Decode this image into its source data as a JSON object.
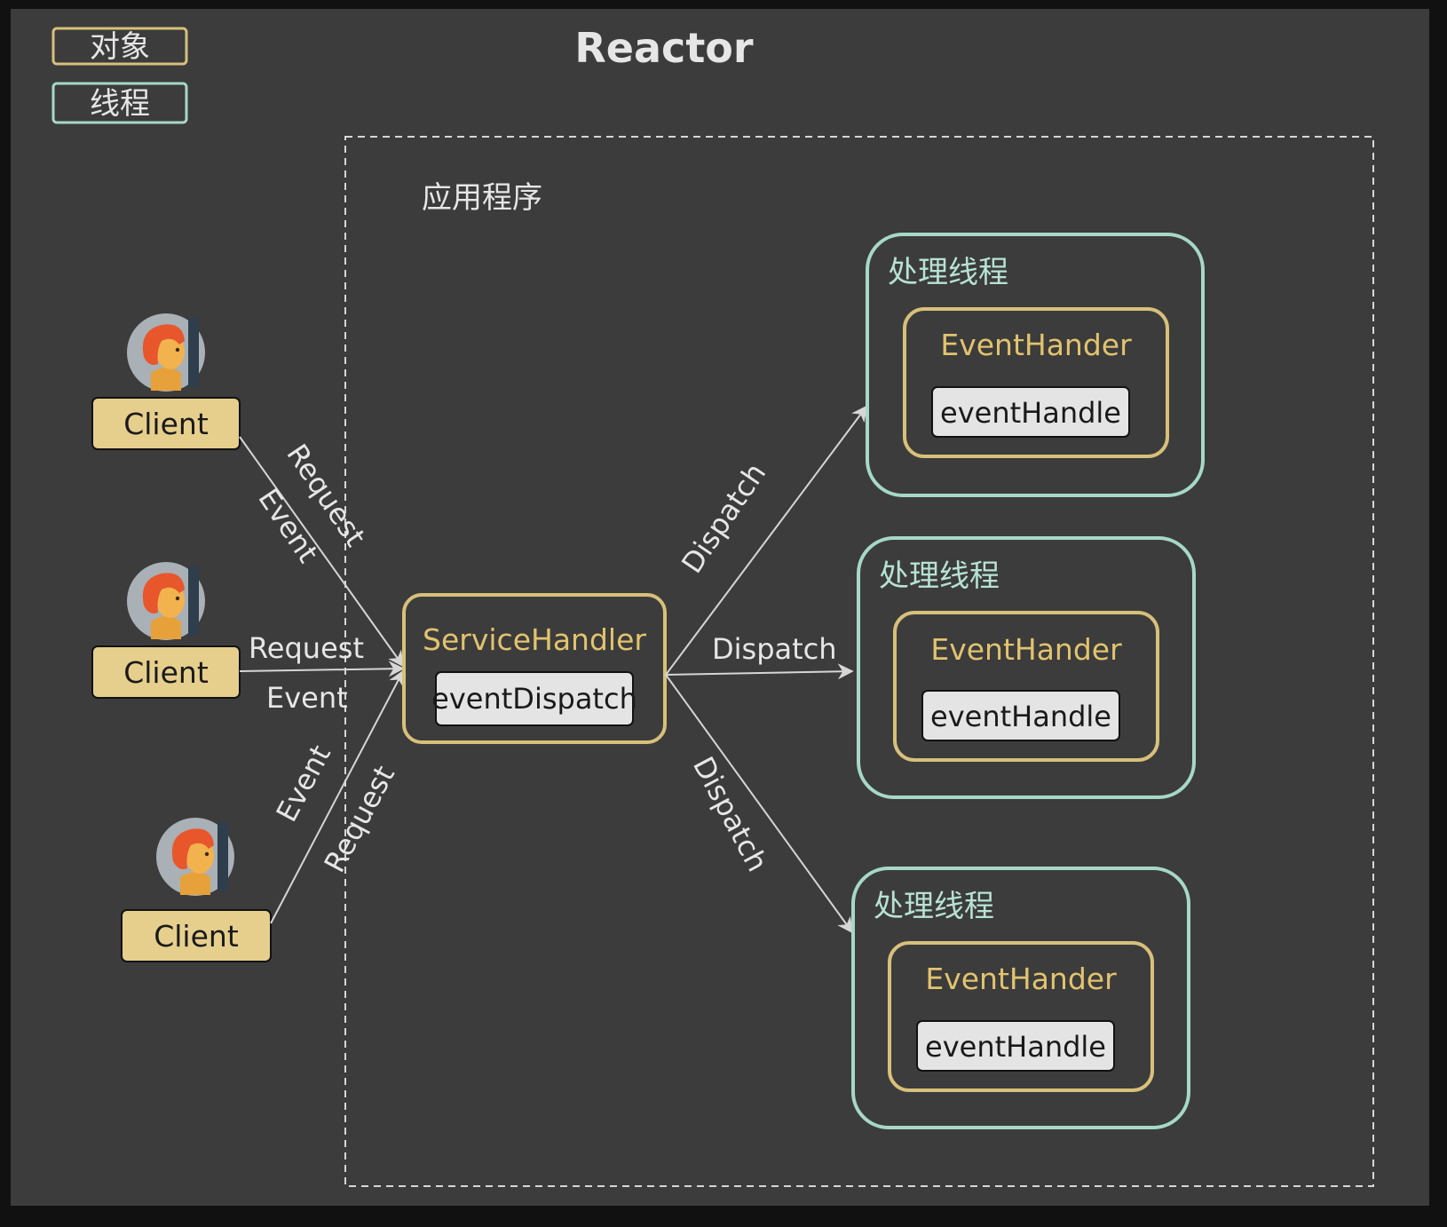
{
  "legend": {
    "object_label": "对象",
    "thread_label": "线程"
  },
  "title": "Reactor",
  "app_boundary_label": "应用程序",
  "clients": [
    {
      "label": "Client"
    },
    {
      "label": "Client"
    },
    {
      "label": "Client"
    }
  ],
  "client_edges": [
    {
      "request_label": "Request",
      "event_label": "Event"
    },
    {
      "request_label": "Request",
      "event_label": "Event"
    },
    {
      "request_label": "Request",
      "event_label": "Event"
    }
  ],
  "service_handler": {
    "title": "ServiceHandler",
    "method": "eventDispatch"
  },
  "dispatch_edges": [
    {
      "label": "Dispatch"
    },
    {
      "label": "Dispatch"
    },
    {
      "label": "Dispatch"
    }
  ],
  "worker_threads": [
    {
      "thread_label": "处理线程",
      "handler_title": "EventHander",
      "method": "eventHandle"
    },
    {
      "thread_label": "处理线程",
      "handler_title": "EventHander",
      "method": "eventHandle"
    },
    {
      "thread_label": "处理线程",
      "handler_title": "EventHander",
      "method": "eventHandle"
    }
  ],
  "colors": {
    "background": "#3c3c3c",
    "object_border": "#d8c07a",
    "object_fill": "#e6cf8d",
    "object_title": "#e2c36e",
    "thread_border": "#a6d8c8",
    "thread_title": "#b7e2d4",
    "method_fill": "#e4e4e4",
    "text_light": "#e6e6e6",
    "arrow": "#d6d6d6"
  }
}
